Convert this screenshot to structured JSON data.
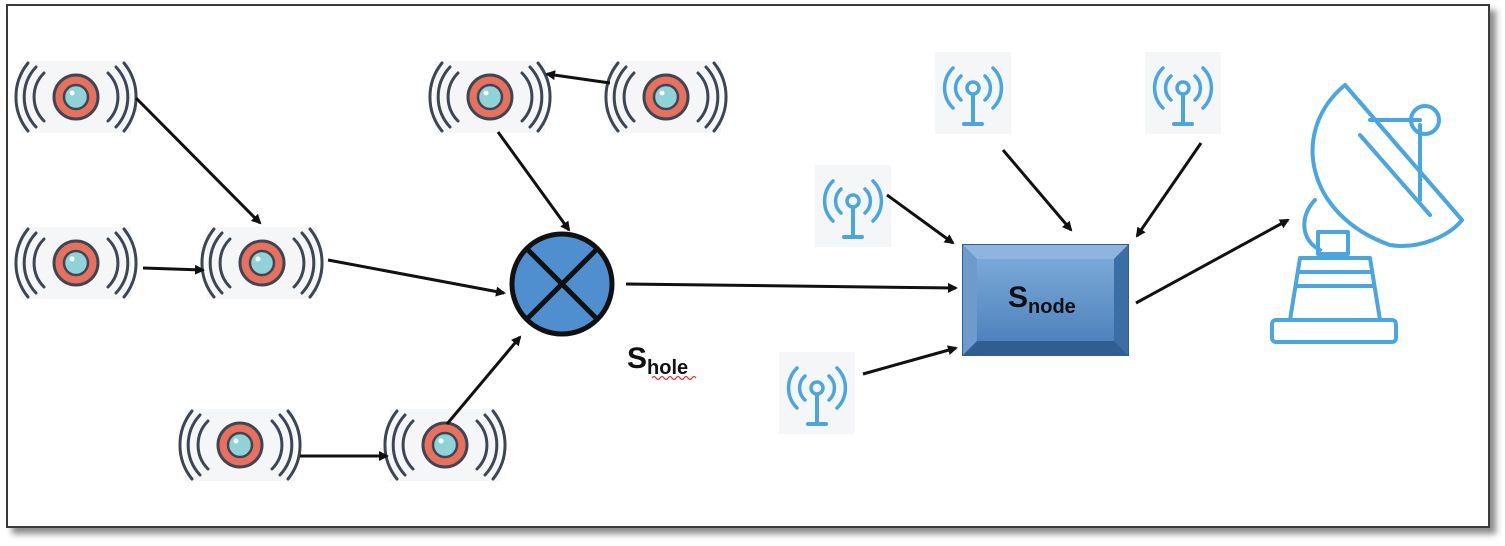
{
  "labels": {
    "hole_main": "S",
    "hole_sub": "hole",
    "node_main": "S",
    "node_sub": "node"
  },
  "colors": {
    "sensor_ring": "#e8705c",
    "sensor_core": "#8fd3d8",
    "sensor_waves": "#3d4654",
    "antenna": "#4aa6df",
    "hole_fill": "#4f8fd0",
    "node_fill": "#5b8fc6",
    "dish": "#4aa6df",
    "arrow": "#111111"
  },
  "icons": [
    "sensor-node-icon",
    "hole-junction-icon",
    "antenna-icon",
    "satellite-dish-icon",
    "sink-node-box"
  ]
}
